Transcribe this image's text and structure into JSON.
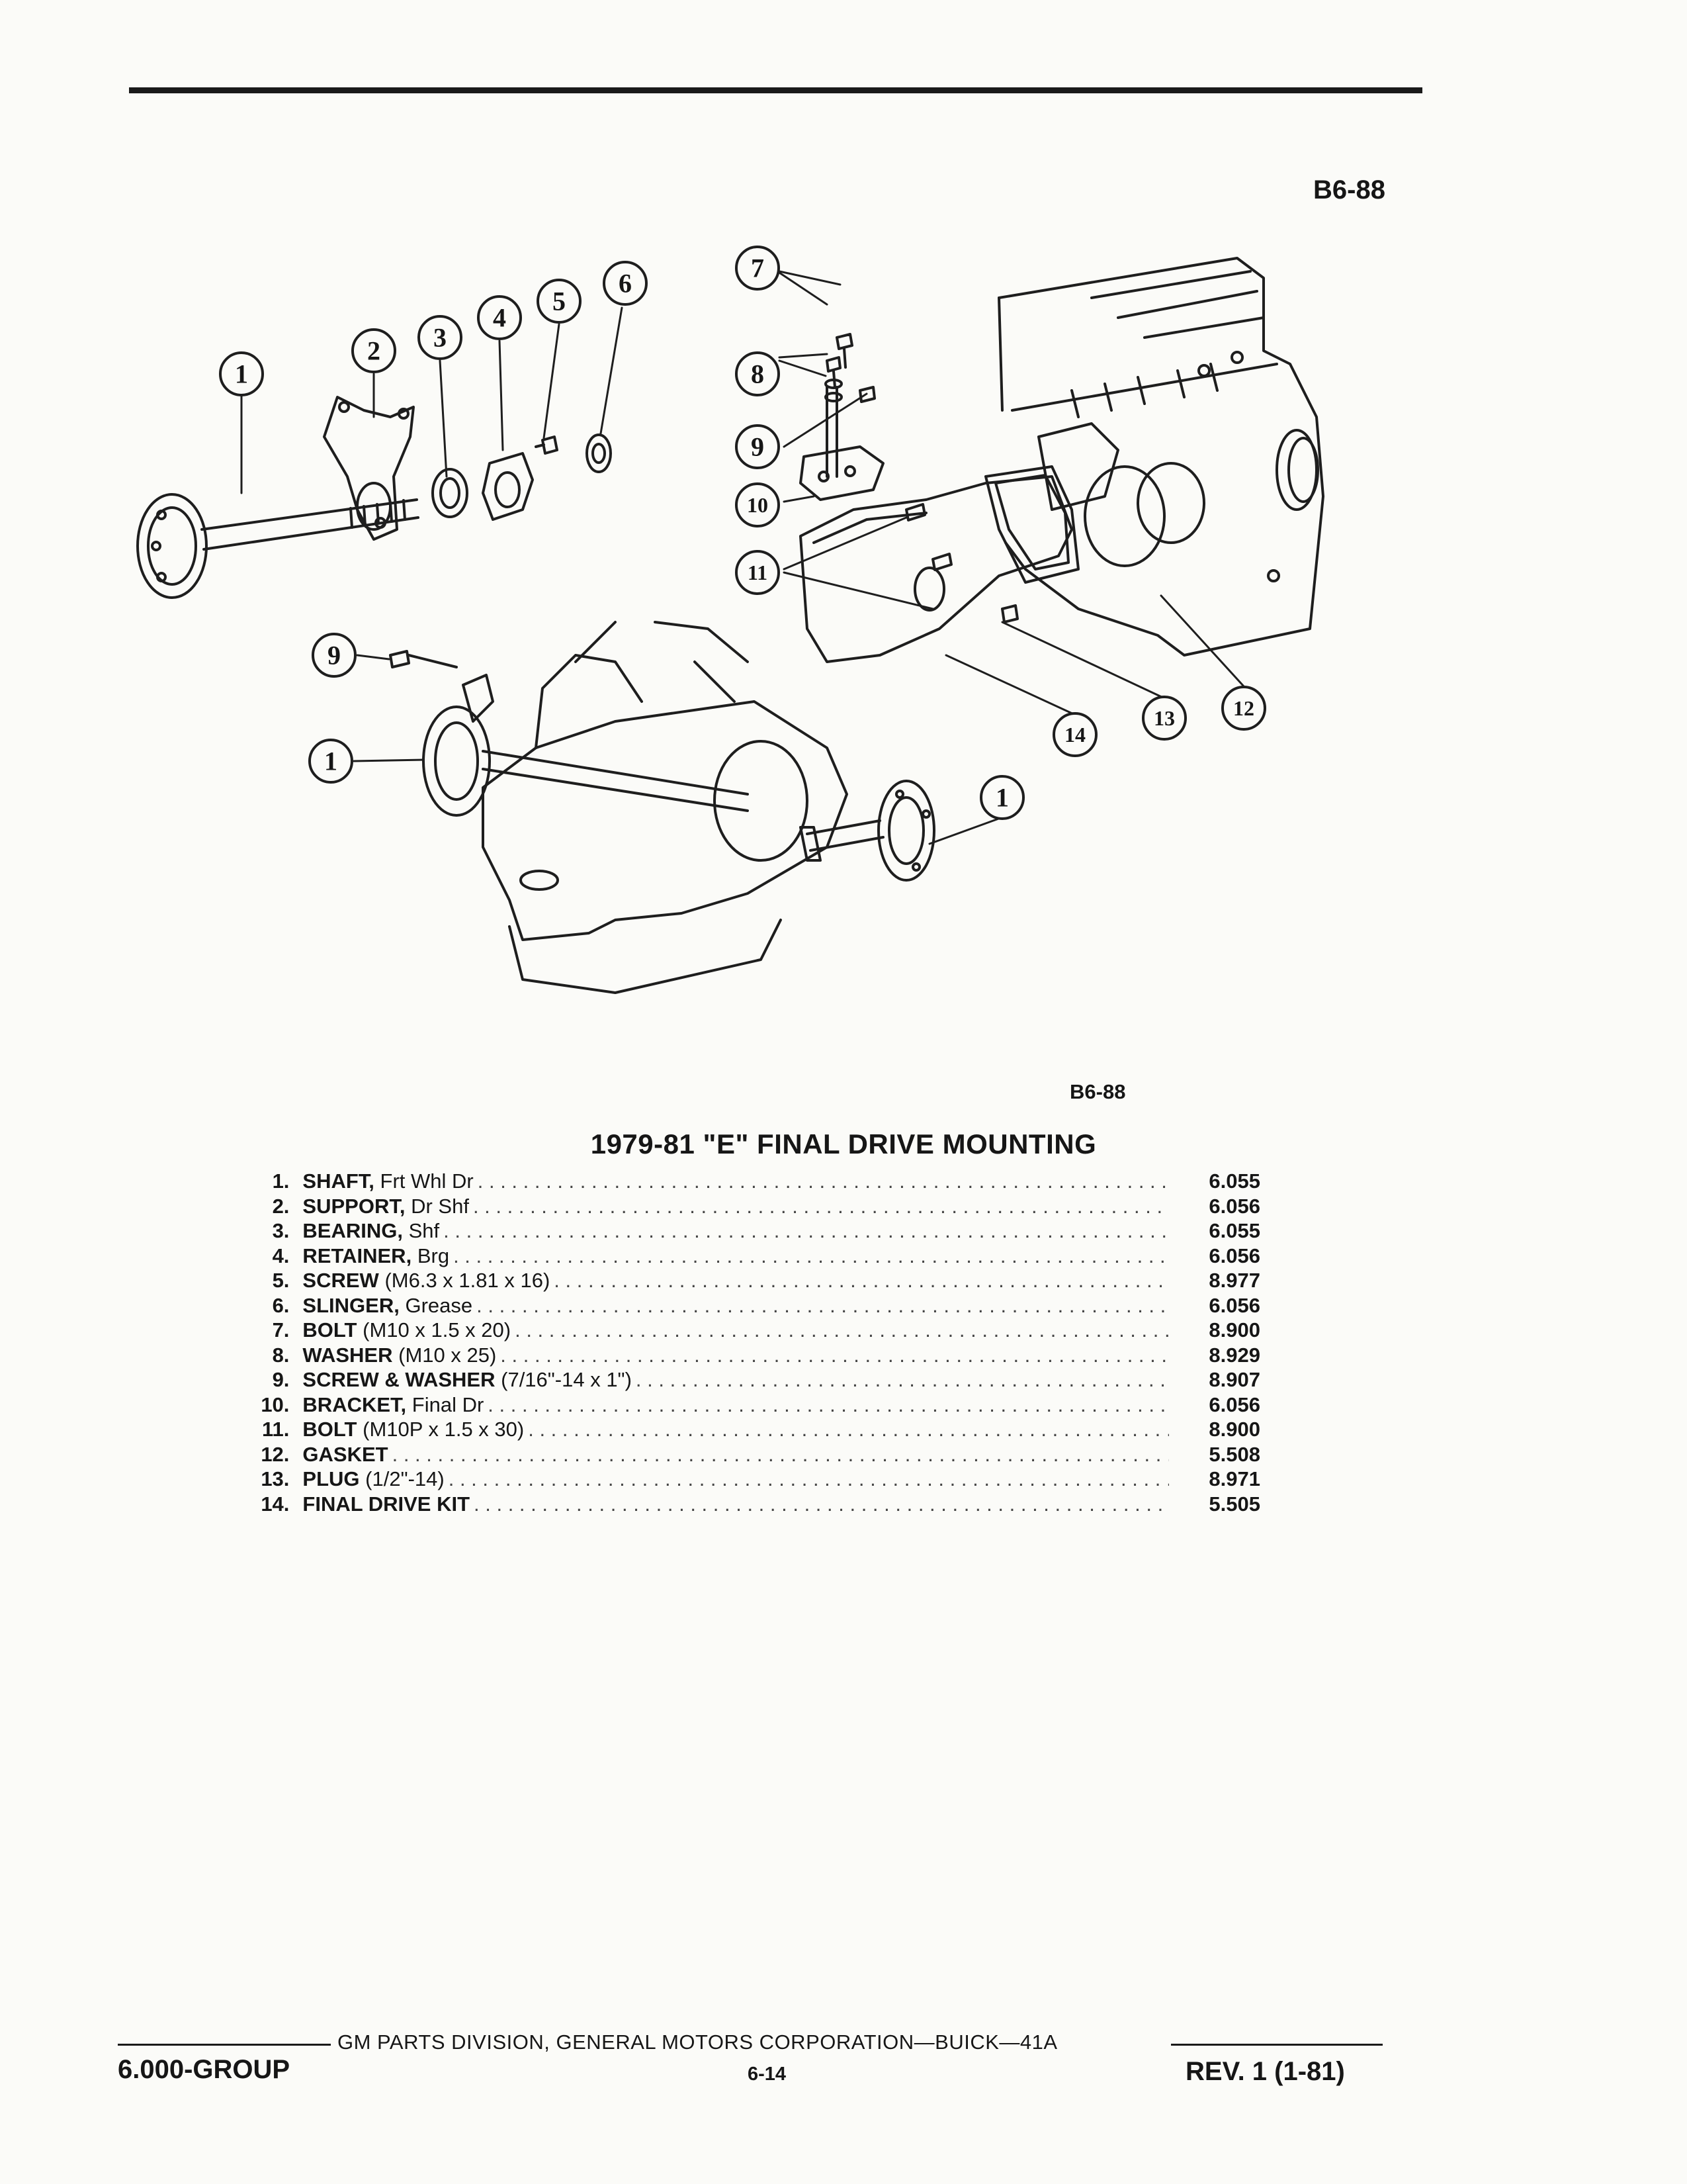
{
  "figure": {
    "code_top": "B6-88",
    "code_bottom": "B6-88"
  },
  "callouts": [
    "1",
    "2",
    "3",
    "4",
    "5",
    "6",
    "7",
    "8",
    "9",
    "10",
    "11",
    "12",
    "13",
    "14"
  ],
  "title": "1979-81 \"E\" FINAL DRIVE MOUNTING",
  "parts": [
    {
      "num": "1.",
      "name": "SHAFT,",
      "desc": "Frt Whl Dr",
      "group": "6.055"
    },
    {
      "num": "2.",
      "name": "SUPPORT,",
      "desc": "Dr Shf",
      "group": "6.056"
    },
    {
      "num": "3.",
      "name": "BEARING,",
      "desc": "Shf",
      "group": "6.055"
    },
    {
      "num": "4.",
      "name": "RETAINER,",
      "desc": "Brg",
      "group": "6.056"
    },
    {
      "num": "5.",
      "name": "SCREW",
      "desc": "(M6.3 x 1.81 x 16)",
      "group": "8.977"
    },
    {
      "num": "6.",
      "name": "SLINGER,",
      "desc": "Grease",
      "group": "6.056"
    },
    {
      "num": "7.",
      "name": "BOLT",
      "desc": "(M10 x 1.5 x 20)",
      "group": "8.900"
    },
    {
      "num": "8.",
      "name": "WASHER",
      "desc": "(M10 x 25)",
      "group": "8.929"
    },
    {
      "num": "9.",
      "name": "SCREW & WASHER",
      "desc": "(7/16\"-14 x 1\")",
      "group": "8.907"
    },
    {
      "num": "10.",
      "name": "BRACKET,",
      "desc": "Final Dr",
      "group": "6.056"
    },
    {
      "num": "11.",
      "name": "BOLT",
      "desc": "(M10P x 1.5 x 30)",
      "group": "8.900"
    },
    {
      "num": "12.",
      "name": "GASKET",
      "desc": "",
      "group": "5.508"
    },
    {
      "num": "13.",
      "name": "PLUG",
      "desc": "(1/2\"-14)",
      "group": "8.971"
    },
    {
      "num": "14.",
      "name": "FINAL DRIVE KIT",
      "desc": "",
      "group": "5.505"
    }
  ],
  "footer": {
    "corporation": "GM PARTS DIVISION, GENERAL MOTORS CORPORATION—BUICK—41A",
    "group": "6.000-GROUP",
    "page": "6-14",
    "revision": "REV. 1 (1-81)"
  }
}
